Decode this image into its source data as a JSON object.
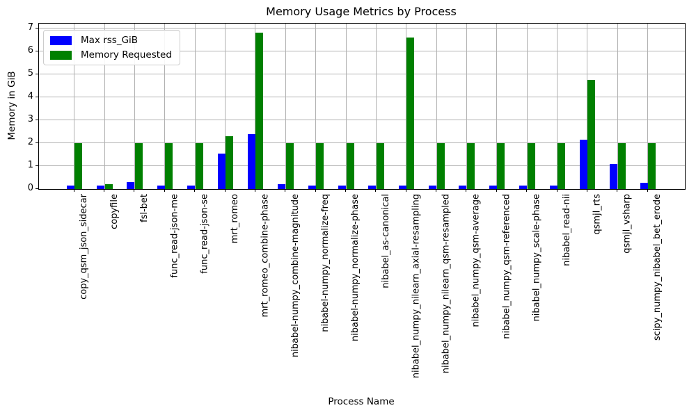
{
  "title": "Memory Usage Metrics by Process",
  "chart_data": {
    "type": "bar",
    "title": "Memory Usage Metrics by Process",
    "xlabel": "Process Name",
    "ylabel": "Memory in GiB",
    "ylim": [
      0,
      7.2
    ],
    "yticks": [
      0,
      1,
      2,
      3,
      4,
      5,
      6,
      7
    ],
    "grid": true,
    "legend_position": "upper left",
    "categories": [
      "copy_qsm_json_sidecar",
      "copyfile",
      "fsl-bet",
      "func_read-json-me",
      "func_read-json-se",
      "mrt_romeo",
      "mrt_romeo_combine-phase",
      "nibabel-numpy_combine-magnitude",
      "nibabel-numpy_normalize-freq",
      "nibabel-numpy_normalize-phase",
      "nibabel_as-canonical",
      "nibabel_numpy_nilearn_axial-resampling",
      "nibabel_numpy_nilearn_qsm-resampled",
      "nibabel_numpy_qsm-average",
      "nibabel_numpy_qsm-referenced",
      "nibabel_numpy_scale-phase",
      "nibabel_read-nii",
      "qsmjl_rts",
      "qsmjl_vsharp",
      "scipy_numpy_nibabel_bet_erode"
    ],
    "series": [
      {
        "name": "Max rss_GiB",
        "color": "#0000ff",
        "values": [
          0.15,
          0.15,
          0.3,
          0.15,
          0.15,
          1.55,
          2.4,
          0.2,
          0.15,
          0.15,
          0.15,
          0.15,
          0.15,
          0.15,
          0.15,
          0.15,
          0.15,
          2.15,
          1.1,
          0.28
        ]
      },
      {
        "name": "Memory Requested",
        "color": "#008000",
        "values": [
          2.0,
          0.2,
          2.0,
          2.0,
          2.0,
          2.3,
          6.8,
          2.0,
          2.0,
          2.0,
          2.0,
          6.6,
          2.0,
          2.0,
          2.0,
          2.0,
          2.0,
          4.75,
          2.0,
          2.0
        ]
      }
    ]
  }
}
